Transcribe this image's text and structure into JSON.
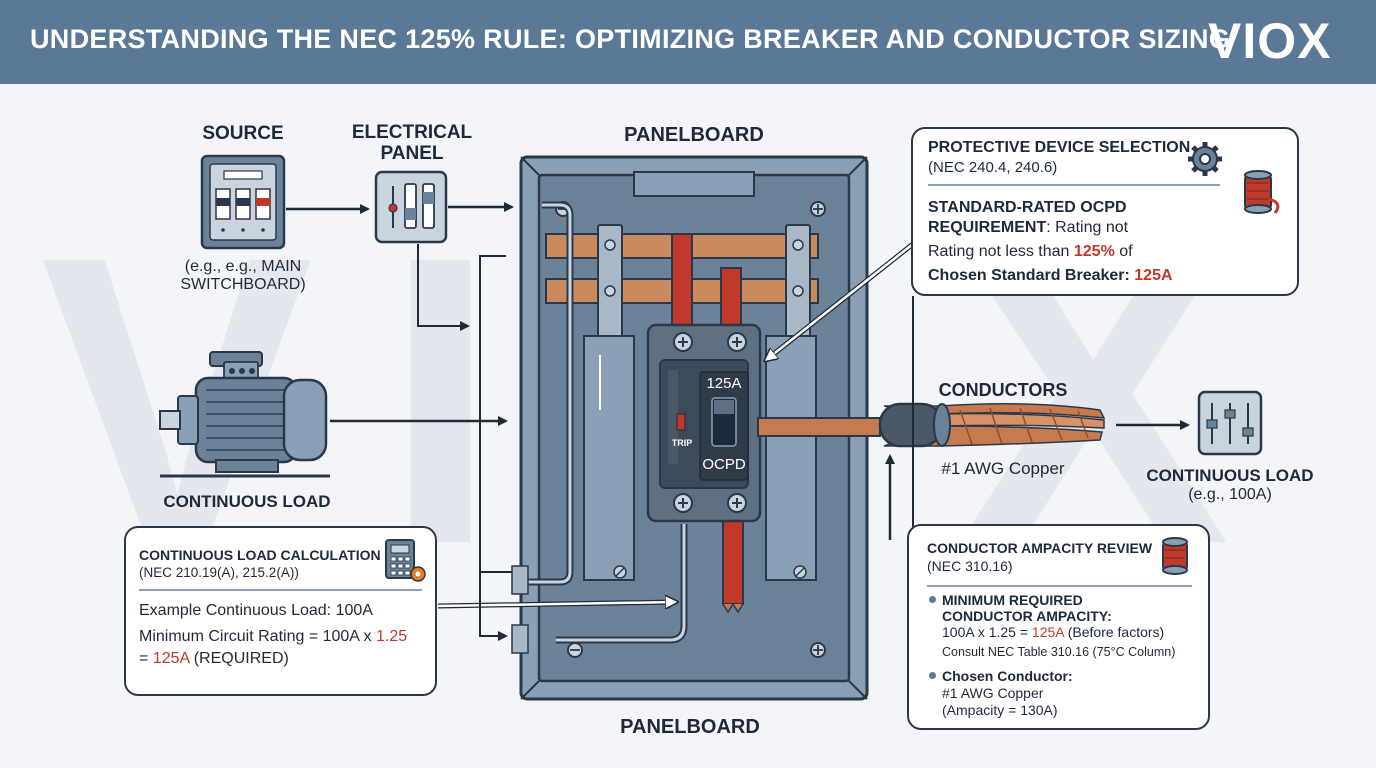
{
  "header": {
    "title": "UNDERSTANDING THE NEC 125% RULE: OPTIMIZING BREAKER AND CONDUCTOR SIZING",
    "logo": "VIOX"
  },
  "watermark": "VIOX",
  "source": {
    "label": "SOURCE",
    "note_1": "(e.g., e.g., MAIN",
    "note_2": "SWITCHBOARD)"
  },
  "electrical_panel": {
    "label_1": "ELECTRICAL",
    "label_2": "PANEL"
  },
  "motor": {
    "label": "CONTINUOUS LOAD"
  },
  "panelboard": {
    "top_label": "PANELBOARD",
    "bottom_label": "PANELBOARD"
  },
  "breaker": {
    "rating": "125A",
    "trip": "TRIP",
    "name": "OCPD"
  },
  "conductors": {
    "label": "CONDUCTORS",
    "spec": "#1 AWG Copper"
  },
  "load": {
    "label": "CONTINUOUS LOAD",
    "example": "(e.g., 100A)"
  },
  "protective_box": {
    "title": "PROTECTIVE DEVICE SELECTION",
    "ref": "(NEC 240.4, 240.6)",
    "req_1": "STANDARD-RATED OCPD",
    "req_2_bold": "REQUIREMENT",
    "req_2_rest": ": Rating not",
    "rating_pre": "Rating not less than ",
    "rating_pct": "125%",
    "rating_post": " of",
    "chosen_label": "Chosen Standard Breaker: ",
    "chosen_value": "125A"
  },
  "calc_box": {
    "title": "CONTINUOUS LOAD CALCULATION",
    "ref": "(NEC 210.19(A), 215.2(A))",
    "example": "Example Continuous Load: 100A",
    "min_pre": "Minimum Circuit Rating = 100A x ",
    "min_factor": "1.25",
    "eq_sign": "= ",
    "min_value": "125A",
    "min_post": " (REQUIRED)"
  },
  "ampacity_box": {
    "title": "CONDUCTOR AMPACITY REVIEW",
    "ref": "(NEC 310.16)",
    "b1_title_1": "MINIMUM REQUIRED",
    "b1_title_2": "CONDUCTOR AMPACITY:",
    "b1_pre": "100A x 1.25 = ",
    "b1_value": "125A",
    "b1_post": " (Before factors)",
    "b1_note": "Consult NEC Table 310.16 (75°C Column)",
    "b2_title": "Chosen Conductor:",
    "b2_line1": "#1 AWG Copper",
    "b2_line2": "(Ampacity = 130A)"
  },
  "icons": [
    "gear-icon",
    "wire-spool-icon",
    "calculator-icon",
    "motor-icon",
    "switch-icon"
  ],
  "colors": {
    "header": "#5b7896",
    "panel": "#6b8299",
    "busbar": "#c98a5e",
    "accent_red": "#c0392b",
    "copper": "#c57a4f"
  }
}
